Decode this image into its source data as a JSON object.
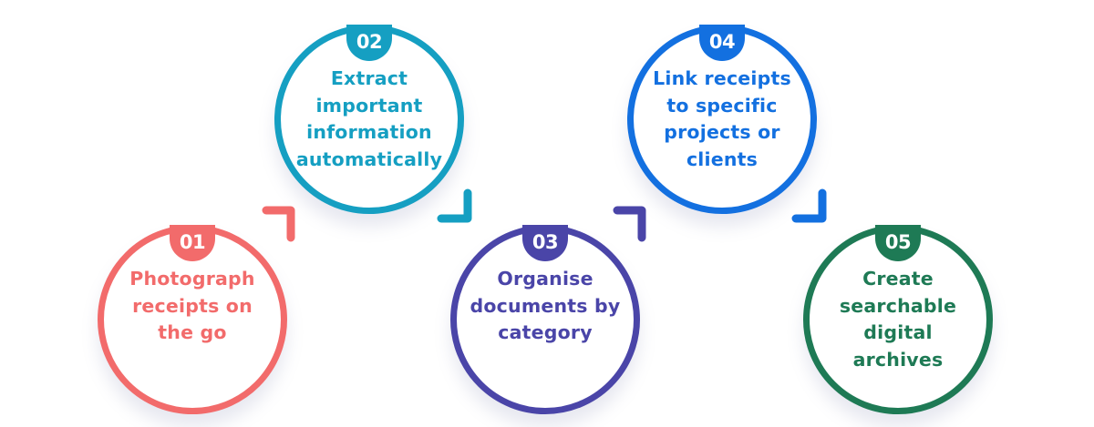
{
  "steps": [
    {
      "number": "01",
      "text": "Photograph\nreceipts on\nthe go",
      "color": "#F26B6B"
    },
    {
      "number": "02",
      "text": "Extract\nimportant\ninformation\nautomatically",
      "color": "#159FC2"
    },
    {
      "number": "03",
      "text": "Organise\ndocuments by\ncategory",
      "color": "#4A45A8"
    },
    {
      "number": "04",
      "text": "Link receipts\nto specific\nprojects or\nclients",
      "color": "#1370E0"
    },
    {
      "number": "05",
      "text": "Create\nsearchable\ndigital\narchives",
      "color": "#1E7A55"
    }
  ],
  "connectors": [
    {
      "from": "01",
      "to": "02",
      "color": "#F26B6B",
      "shape": "top-right-corner"
    },
    {
      "from": "02",
      "to": "03",
      "color": "#159FC2",
      "shape": "bottom-right-corner"
    },
    {
      "from": "03",
      "to": "04",
      "color": "#4A45A8",
      "shape": "top-right-corner"
    },
    {
      "from": "04",
      "to": "05",
      "color": "#1370E0",
      "shape": "bottom-right-corner"
    }
  ]
}
